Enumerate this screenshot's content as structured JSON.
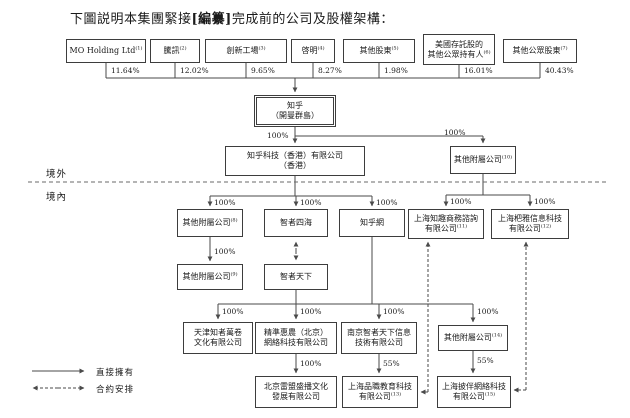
{
  "title": {
    "pre": "下圖説明本集團緊接",
    "em": "[編纂]",
    "post": "完成前的公司及股權架構："
  },
  "regions": {
    "offshore": "境外",
    "onshore": "境內"
  },
  "labels": {
    "pct100": "100%",
    "pct55": "55%"
  },
  "legend": {
    "direct": "直接擁有",
    "contractual": "合約安排"
  },
  "shareholders": [
    {
      "name": "MO Holding Ltd",
      "note": "(1)",
      "pct": "11.64%"
    },
    {
      "name": "騰訊",
      "note": "(2)",
      "pct": "12.02%"
    },
    {
      "name": "創新工場",
      "note": "(3)",
      "pct": "9.65%"
    },
    {
      "name": "啓明",
      "note": "(4)",
      "pct": "8.27%"
    },
    {
      "name": "其他股東",
      "note": "(5)",
      "pct": "1.98%"
    },
    {
      "name": "美國存託股的",
      "name2": "其他公眾持有人",
      "note": "(6)",
      "pct": "16.01%"
    },
    {
      "name": "其他公眾股東",
      "note": "(7)",
      "pct": "40.43%"
    }
  ],
  "companies": {
    "zhihu": {
      "l1": "知乎",
      "l2": "（開曼群島）"
    },
    "hk": {
      "l1": "知乎科技（香港）有限公司",
      "l2": "（香港）"
    },
    "other10": {
      "l1": "其他附屬公司",
      "note": "(10)"
    },
    "other8": {
      "l1": "其他附屬公司",
      "note": "(8)"
    },
    "zhizhesihai": {
      "l1": "智者四海"
    },
    "zhihuwang": {
      "l1": "知乎網"
    },
    "shzhiqu": {
      "l1": "上海知趣商務諮詢",
      "l2": "有限公司",
      "note": "(11)"
    },
    "shpaya": {
      "l1": "上海杷雅信息科技",
      "l2": "有限公司",
      "note": "(12)"
    },
    "other9": {
      "l1": "其他附屬公司",
      "note": "(9)"
    },
    "zhizhetianxia": {
      "l1": "智者天下"
    },
    "tianjin": {
      "l1": "天津知者萬卷",
      "l2": "文化有限公司"
    },
    "jingzhun": {
      "l1": "精準惠農（北京）",
      "l2": "網絡科技有限公司"
    },
    "nanjing": {
      "l1": "南京智者天下信息",
      "l2": "技術有限公司"
    },
    "other14": {
      "l1": "其他附屬公司",
      "note": "(14)"
    },
    "bjleimeng": {
      "l1": "北京雷盟盛播文化",
      "l2": "發展有限公司"
    },
    "shpinzhi": {
      "l1": "上海品職教育科技",
      "l2": "有限公司",
      "note": "(13)"
    },
    "shpiban": {
      "l1": "上海披伴網絡科技",
      "l2": "有限公司",
      "note": "(15)"
    }
  }
}
